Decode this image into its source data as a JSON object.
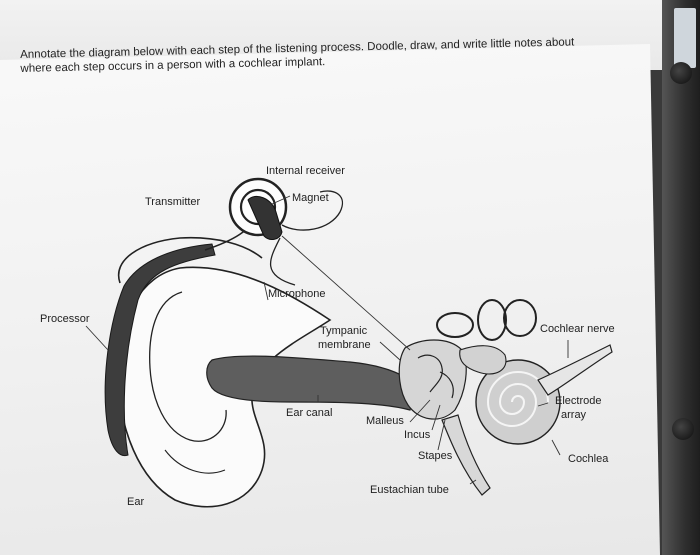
{
  "instructions": {
    "line1": "Annotate the diagram below with each step of the listening process. Doodle, draw, and write little notes about",
    "line2": "where each step occurs in a person with a cochlear implant."
  },
  "labels": {
    "internal_receiver": "Internal receiver",
    "transmitter": "Transmitter",
    "magnet": "Magnet",
    "microphone": "Microphone",
    "processor": "Processor",
    "tympanic_membrane_1": "Tympanic",
    "tympanic_membrane_2": "membrane",
    "cochlear_nerve": "Cochlear nerve",
    "electrode_array_1": "Electrode",
    "electrode_array_2": "array",
    "ear_canal": "Ear canal",
    "malleus": "Malleus",
    "incus": "Incus",
    "stapes": "Stapes",
    "cochlea": "Cochlea",
    "eustachian_tube": "Eustachian tube",
    "ear": "Ear"
  }
}
